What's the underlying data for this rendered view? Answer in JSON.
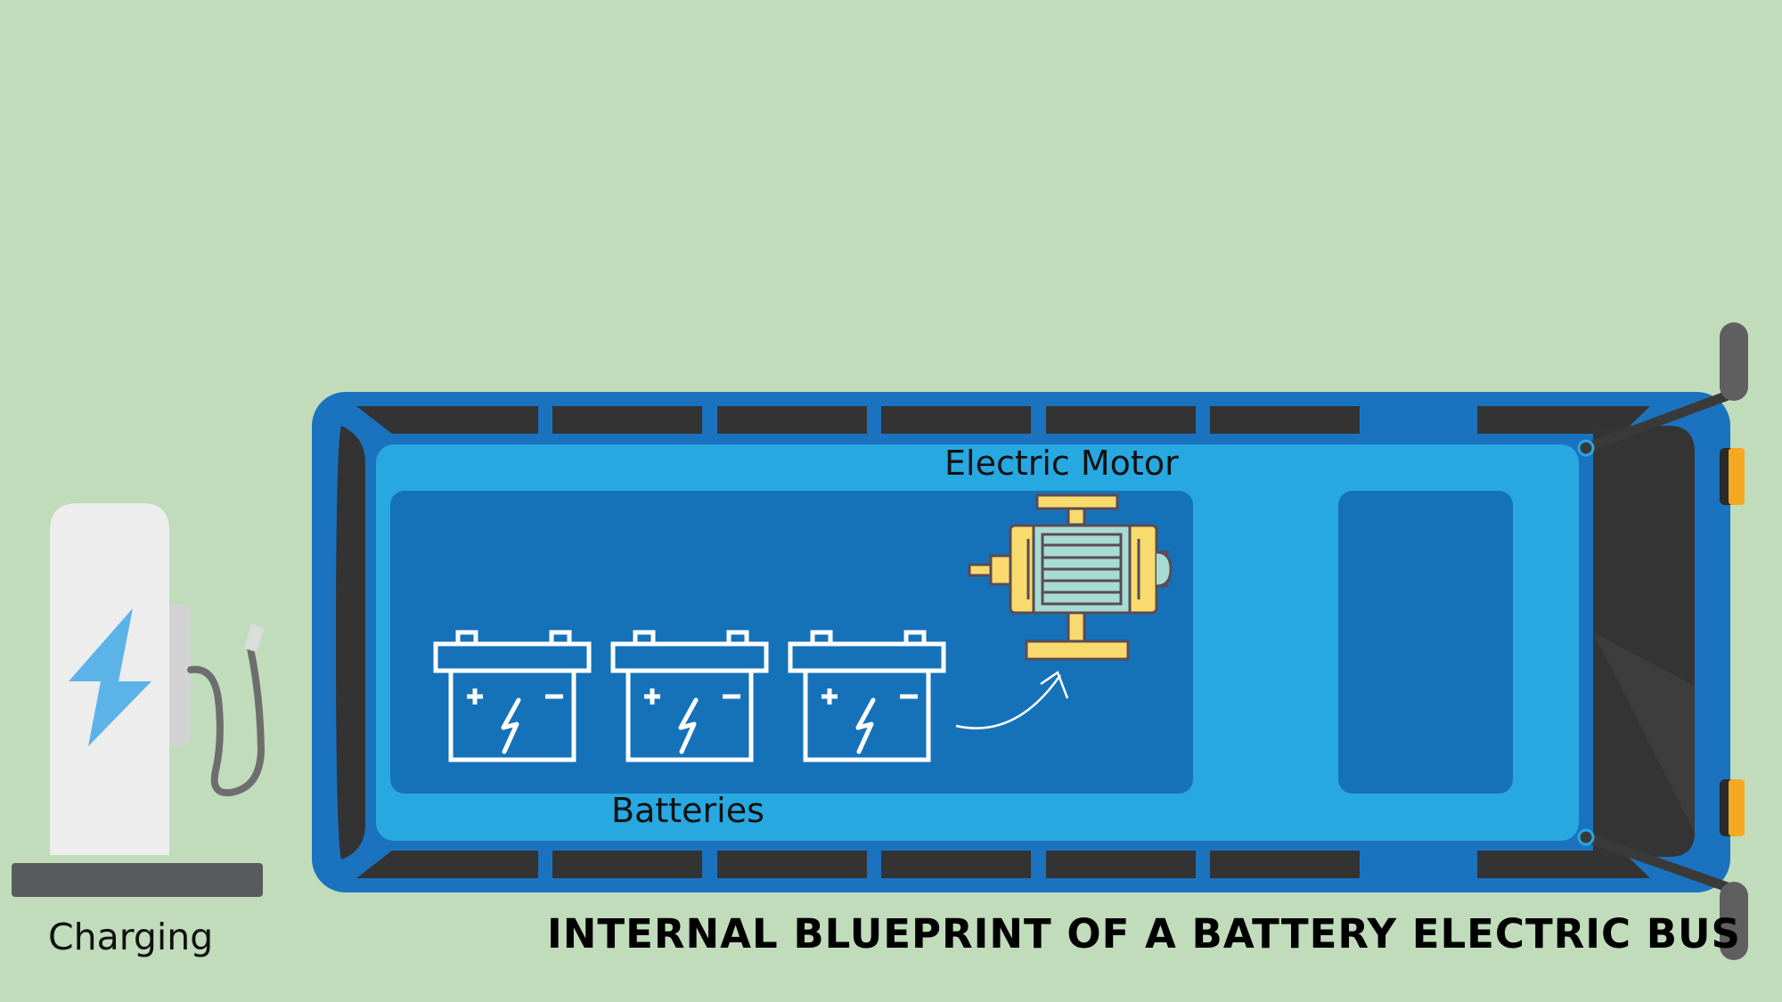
{
  "labels": {
    "electric_motor": "Electric Motor",
    "batteries": "Batteries",
    "charging": "Charging",
    "title": "INTERNAL BLUEPRINT OF A BATTERY ELECTRIC BUS"
  },
  "icons": [
    "charging-station-icon",
    "lightning-bolt-icon",
    "charging-cable-icon",
    "battery-icon",
    "electric-motor-icon",
    "arrow-icon",
    "bus-icon",
    "side-mirror-icon",
    "headlight-icon"
  ],
  "colors": {
    "background": "#c0dcbb",
    "bus_body": "#1b73bf",
    "bus_interior": "#27a8e1",
    "bus_panel": "#1672b8",
    "windows": "#333333",
    "lightning": "#5bb3e8",
    "motor_yellow": "#f8db6c",
    "motor_core": "#a7dcd3",
    "headlight": "#f7a823"
  }
}
